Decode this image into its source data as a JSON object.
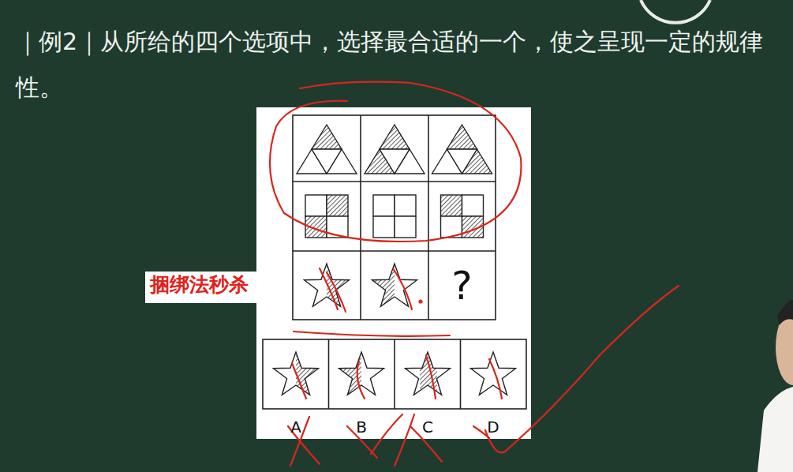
{
  "diagram": {
    "title": "｜例2｜从所给的四个选项中，选择最合适的一个，使之呈现一定的规律性。",
    "labels": [
      "捆绑法秒杀",
      "?",
      "A",
      "B",
      "C",
      "D"
    ]
  }
}
